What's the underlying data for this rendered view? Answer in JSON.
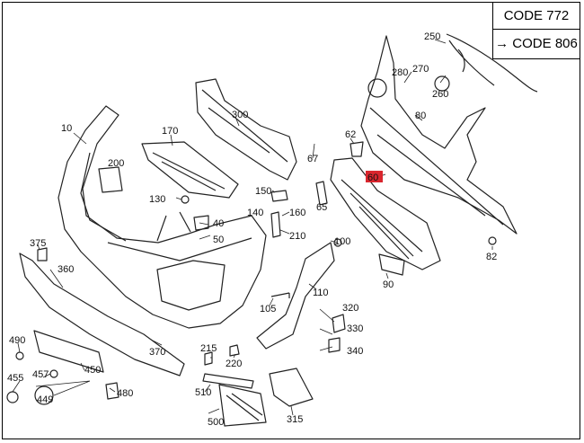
{
  "codes": {
    "first": "CODE 772",
    "second": "→ CODE 806"
  },
  "highlight_color": "#d9262e",
  "part_numbers": {
    "p10": "10",
    "p40": "40",
    "p50": "50",
    "p60": "60",
    "p62": "62",
    "p65": "65",
    "p67": "67",
    "p80": "80",
    "p82": "82",
    "p90": "90",
    "p100": "100",
    "p105": "105",
    "p110": "110",
    "p130": "130",
    "p140": "140",
    "p150": "150",
    "p160": "160",
    "p170": "170",
    "p200": "200",
    "p210": "210",
    "p215": "215",
    "p220": "220",
    "p250": "250",
    "p260": "260",
    "p270": "270",
    "p280": "280",
    "p300": "300",
    "p315": "315",
    "p320": "320",
    "p330": "330",
    "p340": "340",
    "p360": "360",
    "p370": "370",
    "p375": "375",
    "p449": "449",
    "p450": "450",
    "p455": "455",
    "p457": "457",
    "p480": "480",
    "p490": "490",
    "p500": "500",
    "p510": "510"
  }
}
